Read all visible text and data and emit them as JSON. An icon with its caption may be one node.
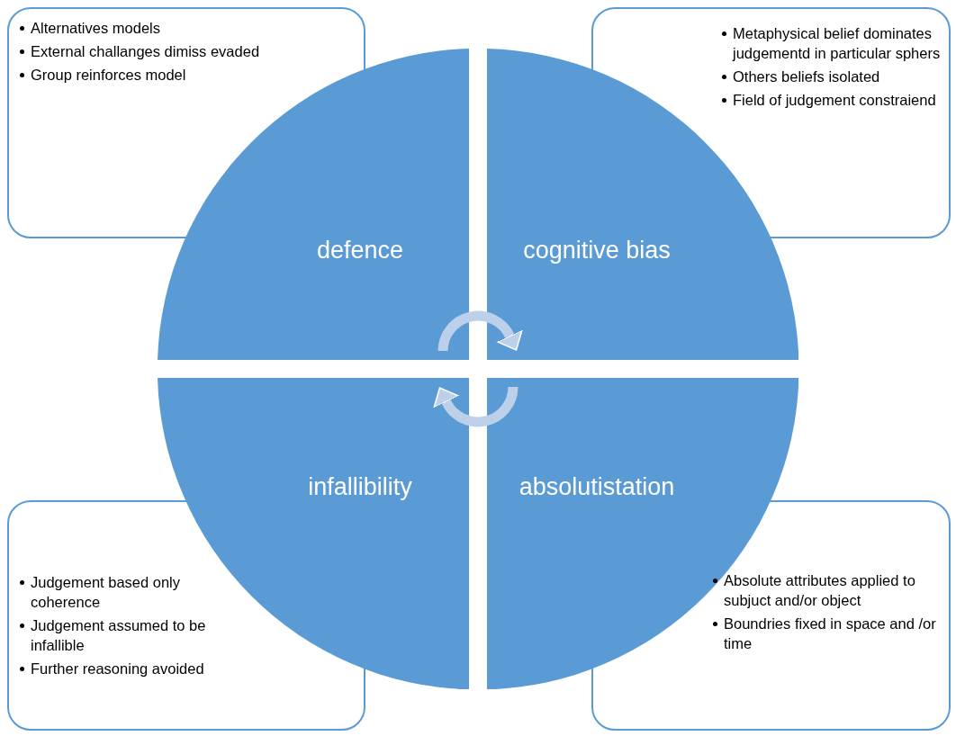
{
  "diagram": {
    "nodes": [
      {
        "text": [
          "Alternatives models",
          "External challanges dimiss evaded",
          "Group reinforces model"
        ]
      },
      {
        "text": [
          "Metaphysical belief dominates judgementd in particular sphers",
          "Others beliefs isolated",
          "Field of judgement constraiend"
        ]
      },
      {
        "text": [
          "defence"
        ]
      },
      {
        "text": [
          "cognitive bias"
        ]
      },
      {
        "text": [
          "infallibility"
        ]
      },
      {
        "text": [
          "absolutistation"
        ]
      },
      {
        "text": [
          "Judgement based only coherence",
          "Judgement assumed to be infallible",
          "Further reasoning avoided"
        ]
      },
      {
        "text": [
          "Absolute attributes applied to subjuct and/or object",
          "Boundries fixed in space and /or time"
        ]
      }
    ],
    "edges": [
      {
        "from": 2,
        "to": 3,
        "arrow": "to"
      },
      {
        "from": 5,
        "to": 4,
        "arrow": "to"
      }
    ]
  }
}
